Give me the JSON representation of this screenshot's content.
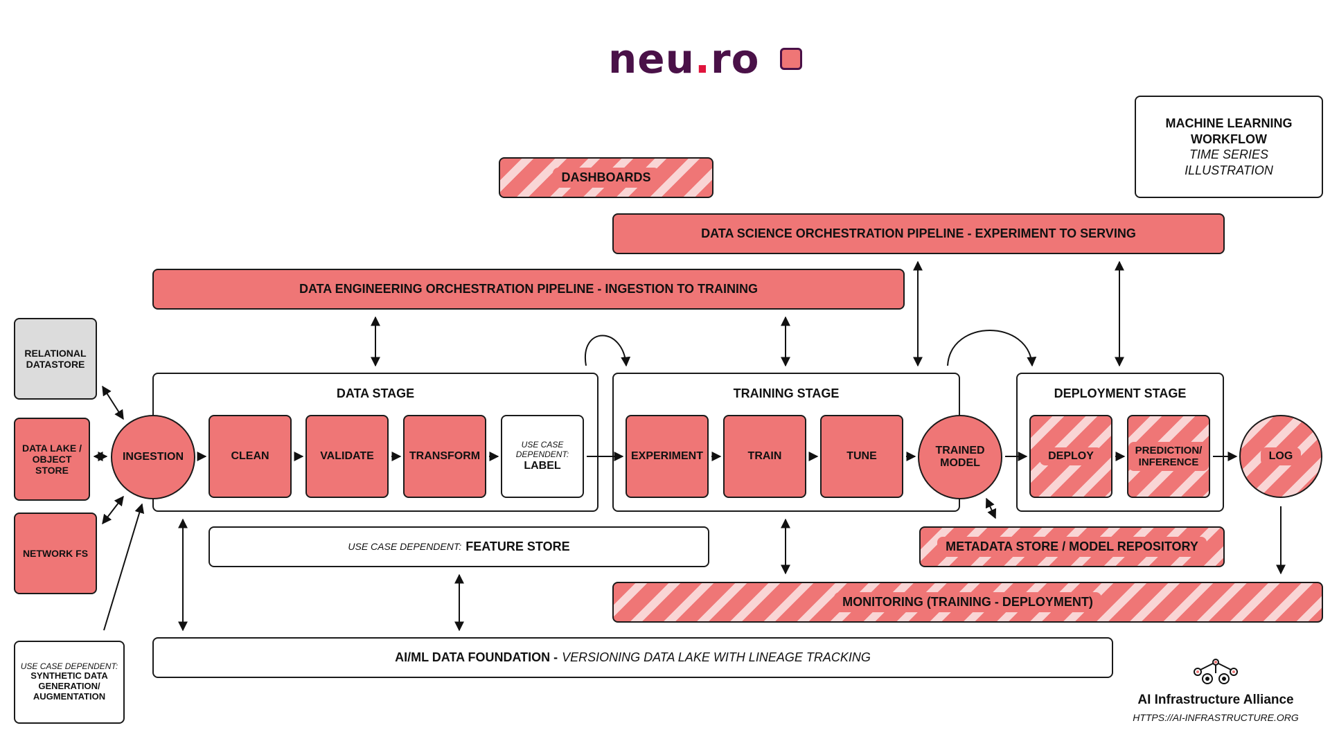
{
  "logo": {
    "text_a": "neu",
    "text_dot": ".",
    "text_b": "ro"
  },
  "title_box": {
    "line1": "MACHINE LEARNING",
    "line2": "WORKFLOW",
    "line3": "TIME SERIES",
    "line4": "ILLUSTRATION"
  },
  "dashboards": "DASHBOARDS",
  "ds_pipeline": "DATA SCIENCE ORCHESTRATION PIPELINE - EXPERIMENT TO SERVING",
  "de_pipeline": "DATA ENGINEERING ORCHESTRATION PIPELINE - INGESTION TO TRAINING",
  "sources": {
    "relational": "RELATIONAL DATASTORE",
    "datalake": "DATA LAKE / OBJECT STORE",
    "networkfs": "NETWORK FS"
  },
  "synthetic": {
    "prefix": "USE CASE DEPENDENT:",
    "text": "SYNTHETIC DATA GENERATION/ AUGMENTATION"
  },
  "data_stage": {
    "title": "DATA STAGE",
    "ingestion": "INGESTION",
    "clean": "CLEAN",
    "validate": "VALIDATE",
    "transform": "TRANSFORM",
    "label_prefix": "USE CASE DEPENDENT:",
    "label": "LABEL"
  },
  "training_stage": {
    "title": "TRAINING STAGE",
    "experiment": "EXPERIMENT",
    "train": "TRAIN",
    "tune": "TUNE",
    "trained_model": "TRAINED MODEL"
  },
  "deployment_stage": {
    "title": "DEPLOYMENT STAGE",
    "deploy": "DEPLOY",
    "prediction": "PREDICTION/ INFERENCE",
    "log": "LOG"
  },
  "feature_store": {
    "prefix": "USE CASE DEPENDENT:",
    "text": "FEATURE STORE"
  },
  "metadata_store": "METADATA STORE / MODEL REPOSITORY",
  "monitoring": "MONITORING (TRAINING - DEPLOYMENT)",
  "foundation": {
    "bold": "AI/ML DATA FOUNDATION -",
    "italic": "VERSIONING DATA LAKE WITH LINEAGE TRACKING"
  },
  "alliance": {
    "name": "AI Infrastructure Alliance",
    "url": "HTTPS://AI-INFRASTRUCTURE.ORG"
  },
  "colors": {
    "accent": "#ef7676",
    "hatch_light": "#f9d5d5",
    "logo_purple": "#4a1148",
    "logo_dot": "#e0143c",
    "gray": "#dcdcdc"
  },
  "icons": [
    "logo-badge-icon",
    "gears-network-icon"
  ]
}
